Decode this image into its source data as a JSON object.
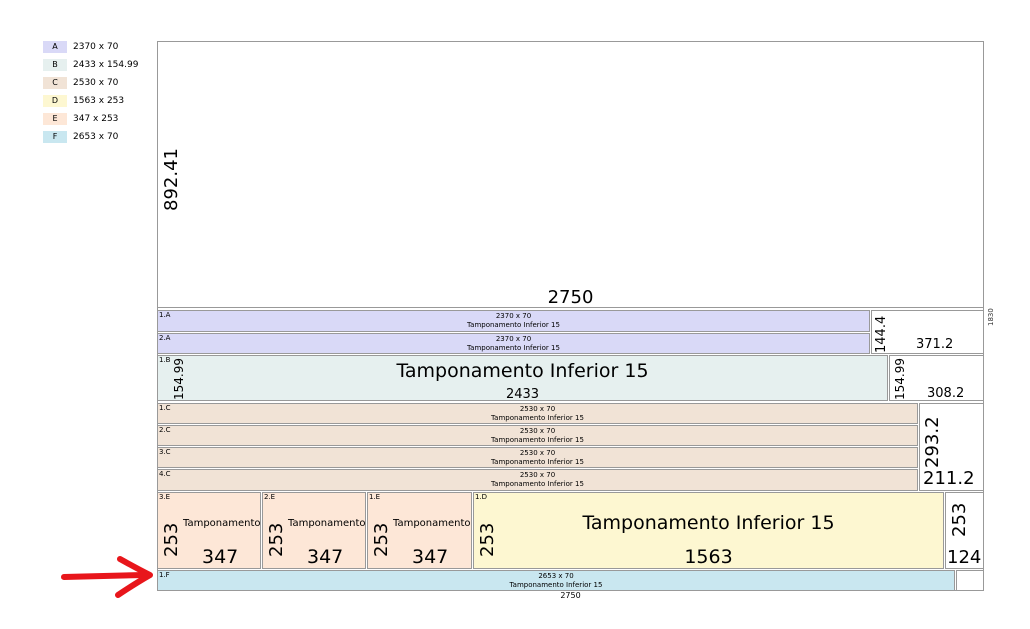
{
  "legend": [
    {
      "key": "A",
      "dims": "2370 x 70",
      "color": "#d9d9f7"
    },
    {
      "key": "B",
      "dims": "2433 x 154.99",
      "color": "#e6f0ef"
    },
    {
      "key": "C",
      "dims": "2530 x 70",
      "color": "#f1e3d6"
    },
    {
      "key": "D",
      "dims": "1563 x 253",
      "color": "#fdf7d1"
    },
    {
      "key": "E",
      "dims": "347 x 253",
      "color": "#fde7d7"
    },
    {
      "key": "F",
      "dims": "2653 x 70",
      "color": "#c9e7f0"
    }
  ],
  "sheet": {
    "width_label": "2750",
    "height_label": "1830",
    "bottom_label": "2750"
  },
  "waste": {
    "top_height": "892.41",
    "top_width": "2750",
    "row_a_height": "144.4",
    "row_a_width": "371.2",
    "row_b_height": "154.99",
    "row_b_width": "308.2",
    "row_c_height": "293.2",
    "row_c_width": "211.2",
    "row_d_height": "253",
    "row_d_width": "124"
  },
  "panels": {
    "a1": {
      "label": "1.A",
      "dims": "2370 x 70",
      "name": "Tamponamento Inferior 15"
    },
    "a2": {
      "label": "2.A",
      "dims": "2370 x 70",
      "name": "Tamponamento Inferior 15"
    },
    "b1": {
      "label": "1.B",
      "height": "154.99",
      "name": "Tamponamento Inferior 15",
      "width": "2433"
    },
    "c1": {
      "label": "1.C",
      "dims": "2530 x 70",
      "name": "Tamponamento Inferior 15"
    },
    "c2": {
      "label": "2.C",
      "dims": "2530 x 70",
      "name": "Tamponamento Inferior 15"
    },
    "c3": {
      "label": "3.C",
      "dims": "2530 x 70",
      "name": "Tamponamento Inferior 15"
    },
    "c4": {
      "label": "4.C",
      "dims": "2530 x 70",
      "name": "Tamponamento Inferior 15"
    },
    "e3": {
      "label": "3.E",
      "height": "253",
      "name": "Tamponamento",
      "width": "347"
    },
    "e2": {
      "label": "2.E",
      "height": "253",
      "name": "Tamponamento",
      "width": "347"
    },
    "e1": {
      "label": "1.E",
      "height": "253",
      "name": "Tamponamento",
      "width": "347"
    },
    "d1": {
      "label": "1.D",
      "height": "253",
      "name": "Tamponamento Inferior 15",
      "width": "1563"
    },
    "f1": {
      "label": "1.F",
      "dims": "2653 x 70",
      "name": "Tamponamento Inferior 15"
    }
  },
  "colors": {
    "arrow": "#e8161b",
    "border": "#999999"
  }
}
